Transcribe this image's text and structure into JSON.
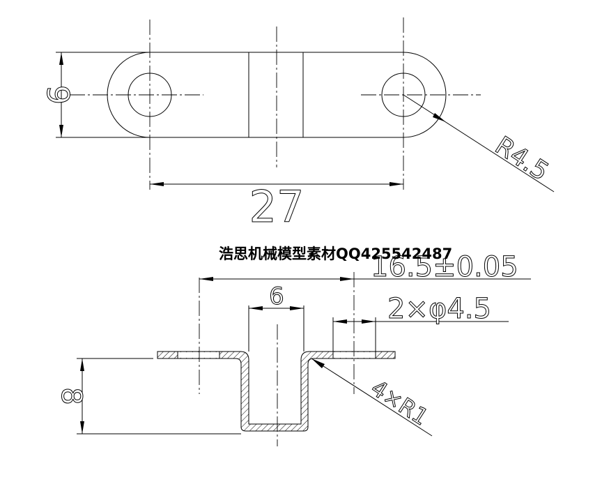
{
  "top_view": {
    "dim_height": "9",
    "dim_length": "27",
    "dim_radius": "R4.5"
  },
  "side_view": {
    "dim_overall": "16.5±0.05",
    "dim_inner": "6",
    "dim_holes": "2×φ4.5",
    "dim_depth": "8",
    "dim_bend": "4×R1"
  },
  "watermark": "浩思机械模型素材QQ425542487",
  "colors": {
    "line": "#000000",
    "hatch": "#000000",
    "background": "#ffffff"
  }
}
